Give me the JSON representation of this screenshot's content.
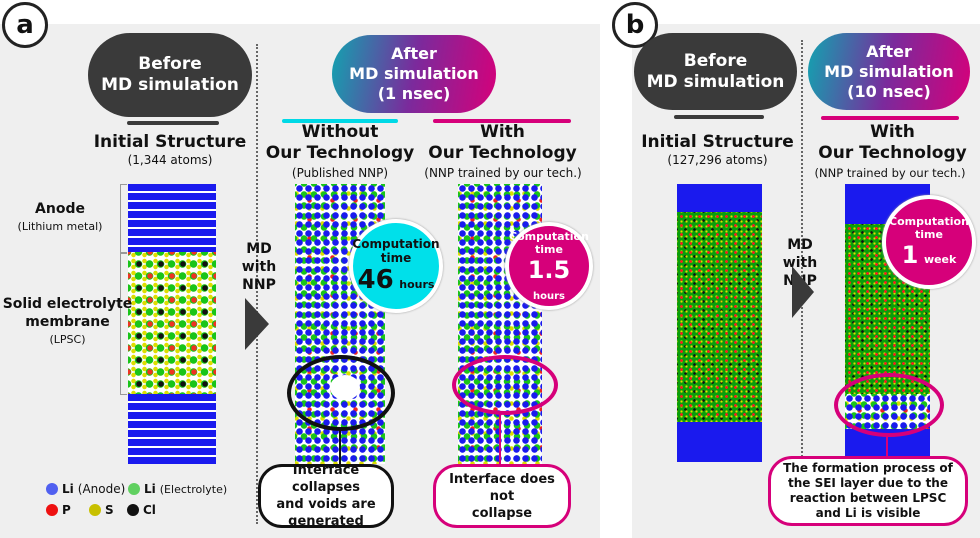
{
  "panel_a": {
    "badge": "a",
    "before_pill": [
      "Before",
      "MD simulation"
    ],
    "after_pill": [
      "After",
      "MD simulation",
      "(1 nsec)"
    ],
    "initial": {
      "title": "Initial Structure",
      "sub": "(1,344 atoms)"
    },
    "anode": {
      "title": "Anode",
      "sub": "(Lithium metal)"
    },
    "membrane": {
      "title1": "Solid electrolyte",
      "title2": "membrane",
      "sub": "(LPSC)"
    },
    "arrow": [
      "MD",
      "with NNP"
    ],
    "without": {
      "title1": "Without",
      "title2": "Our Technology",
      "sub": "(Published NNP)",
      "accent": "#00d9e6",
      "time_label": [
        "Computation",
        "time"
      ],
      "time_value": "46",
      "time_unit": "hours",
      "callout": [
        "Interface collapses",
        "and voids are",
        "generated"
      ]
    },
    "with": {
      "title1": "With",
      "title2": "Our Technology",
      "sub": "(NNP trained by our tech.)",
      "accent": "#d6007a",
      "time_label": [
        "Computation",
        "time"
      ],
      "time_value": "1.5",
      "time_unit": "hours",
      "callout": [
        "Interface does",
        "not",
        "collapse"
      ]
    },
    "legend": [
      {
        "label": "Li",
        "note": "(Anode)",
        "color": "#5060f0"
      },
      {
        "label": "Li",
        "note": "(Electrolyte)",
        "color": "#60d060"
      },
      {
        "label": "P",
        "color": "#ee1111"
      },
      {
        "label": "S",
        "color": "#c8c000"
      },
      {
        "label": "Cl",
        "color": "#111111"
      }
    ]
  },
  "panel_b": {
    "badge": "b",
    "before_pill": [
      "Before",
      "MD simulation"
    ],
    "after_pill": [
      "After",
      "MD simulation",
      "(10 nsec)"
    ],
    "initial": {
      "title": "Initial Structure",
      "sub": "(127,296 atoms)"
    },
    "arrow": [
      "MD",
      "with NNP"
    ],
    "with": {
      "title1": "With",
      "title2": "Our Technology",
      "sub": "(NNP trained by our tech.)",
      "time_label": [
        "Computation",
        "time"
      ],
      "time_value": "1",
      "time_unit": "week",
      "callout": [
        "The formation process of",
        "the SEI layer due to the",
        "reaction between LPSC",
        "and Li is visible"
      ]
    }
  }
}
